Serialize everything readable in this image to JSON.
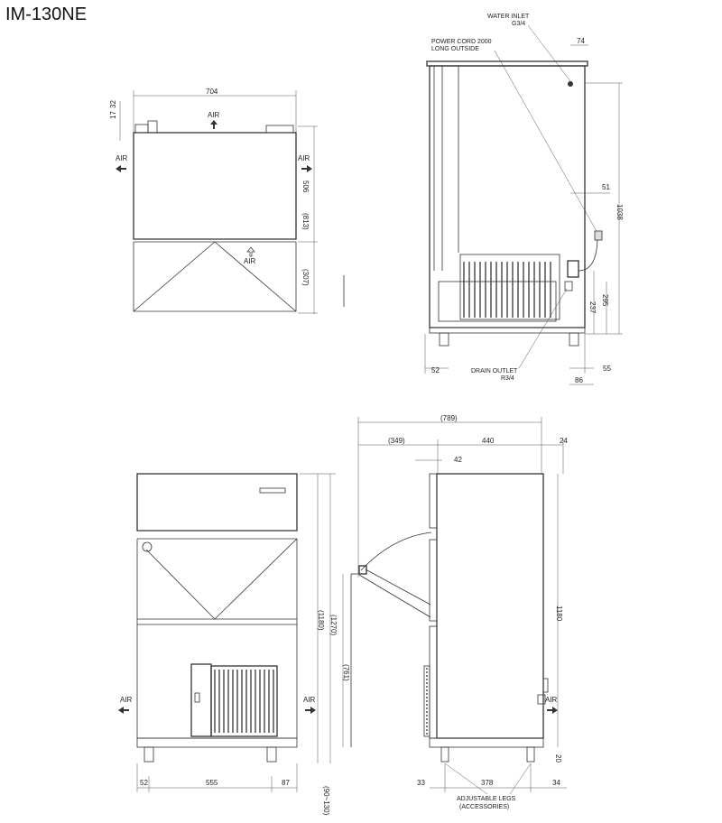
{
  "title": "IM-130NE",
  "labels": {
    "air": "AIR",
    "water_inlet": "WATER INLET",
    "water_inlet_size": "G3/4",
    "power_cord": "POWER CORD 2000",
    "power_cord_sub": "LONG OUTSIDE",
    "drain_outlet": "DRAIN OUTLET",
    "drain_outlet_size": "R3/4",
    "adjustable_legs": "ADJUSTABLE LEGS",
    "accessories": "(ACCESSORIES)"
  },
  "dims": {
    "top_width": "704",
    "top_side_a": "32",
    "top_side_b": "17",
    "top_h1": "506",
    "top_h2": "(813)",
    "top_h3": "(307)",
    "side_74": "74",
    "side_51": "51",
    "side_1038": "1038",
    "side_237": "237",
    "side_295": "295",
    "side_52": "52",
    "side_55": "55",
    "side_86": "86",
    "front_52": "52",
    "front_555": "555",
    "front_87": "87",
    "front_1180": "(1180)",
    "front_1270": "(1270)",
    "front_legs": "(90~130)",
    "front_761": "(761)",
    "bot_789": "(789)",
    "bot_349": "(349)",
    "bot_440": "440",
    "bot_24": "24",
    "bot_42": "42",
    "bot_1180": "1180",
    "bot_20": "20",
    "bot_33": "33",
    "bot_378": "378",
    "bot_34": "34"
  }
}
